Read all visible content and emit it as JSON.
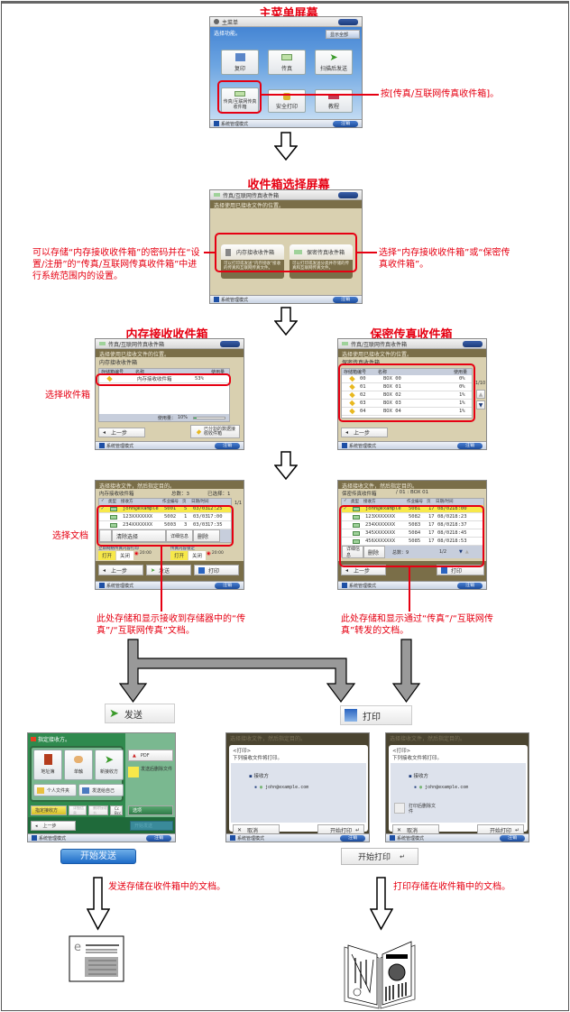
{
  "sections": {
    "main_menu_title": "主菜单屏幕",
    "inbox_select_title": "收件箱选择屏幕",
    "memory_inbox_title": "内存接收收件箱",
    "confidential_inbox_title": "保密传真收件箱"
  },
  "notes": {
    "press_fax_inbox": "按[传真/互联网传真收件箱]。",
    "password_note": "可以存储“内存接收收件箱”的密码并在“设置/注册”的“传真/互联网传真收件箱”中进行系统范围内的设置。",
    "select_inbox_type": "选择“内存接收收件箱”或“保密传真收件箱”。",
    "select_inbox": "选择收件箱",
    "select_document": "选择文档",
    "memory_docs_note": "此处存储和显示接收到存储器中的“传真”/“互联网传真”文档。",
    "forwarded_docs_note": "此处存储和显示通过“传真”/“互联网传真”转发的文档。",
    "send_note": "发送存储在收件箱中的文档。",
    "print_note": "打印存储在收件箱中的文档。"
  },
  "main_menu": {
    "title": "主菜单",
    "instruction": "选择功能。",
    "show_all": "显示全部",
    "tiles": [
      "复印",
      "传真",
      "扫描后发送",
      "传真/互联网传真收件箱",
      "安全打印",
      "教程"
    ],
    "footer": "系统管理模式",
    "logout": "注销"
  },
  "inbox_select": {
    "title": "传真/互联网传真收件箱",
    "instruction": "选择使用已接收文件的位置。",
    "memory_box": "内存接收收件箱",
    "memory_box_desc": "可以打印或发送“内存接收”接收的传真和互联网传真文件。",
    "confidential_box": "保密传真收件箱",
    "confidential_box_desc": "可以打印或发送分类并存储的传真和互联网传真文件。",
    "footer": "系统管理模式",
    "logout": "注销"
  },
  "memory_inbox": {
    "title": "传真/互联网传真收件箱",
    "instruction": "选择使用已接收文件的位置。",
    "subtitle": "内存接收收件箱",
    "columns": [
      "存储箱编号",
      "名称",
      "使用量"
    ],
    "rows": [
      {
        "no": "",
        "name": "内存接收收件箱",
        "usage": "53%"
      }
    ],
    "capacity_label": "使用量：",
    "capacity_value": "10%",
    "capacity_fraction": 0.1,
    "back": "上一步",
    "divided_box": "已分割的数据接收收件箱",
    "footer": "系统管理模式",
    "logout": "注销"
  },
  "confidential_inbox": {
    "title": "传真/互联网传真收件箱",
    "instruction": "选择使用已接收文件的位置。",
    "subtitle": "保密传真收件箱",
    "columns": [
      "存储箱编号",
      "名称",
      "使用量"
    ],
    "rows": [
      {
        "no": "00",
        "name": "BOX 00",
        "usage": "0%"
      },
      {
        "no": "01",
        "name": "BOX 01",
        "usage": "0%"
      },
      {
        "no": "02",
        "name": "BOX 02",
        "usage": "1%"
      },
      {
        "no": "03",
        "name": "BOX 03",
        "usage": "1%"
      },
      {
        "no": "04",
        "name": "BOX 04",
        "usage": "1%"
      }
    ],
    "page": "1/10",
    "back": "上一步",
    "footer": "系统管理模式",
    "logout": "注销"
  },
  "memory_docs": {
    "instruction": "选择接收文件，然后指定目的。",
    "subtitle": "内存接收收件箱",
    "total": "总数：3",
    "selected": "已选择：1",
    "columns": [
      "类型",
      "接收方",
      "作业编号",
      "页",
      "日期/时间"
    ],
    "rows": [
      {
        "to": "john@example",
        "job": "5001",
        "pages": "5",
        "date": "03/03",
        "time": "12:25",
        "selected": true
      },
      {
        "to": "123XXXXXXX",
        "job": "5002",
        "pages": "1",
        "date": "03/03",
        "time": "17:00",
        "selected": false
      },
      {
        "to": "234XXXXXXX",
        "job": "5003",
        "pages": "3",
        "date": "03/03",
        "time": "17:35",
        "selected": false
      }
    ],
    "page": "1/1",
    "clear_selection": "清除选择",
    "details": "详细信息",
    "delete": "删除",
    "forward_print_label": "立即网络传真内容打印",
    "on": "打开",
    "off": "关闭",
    "time1": "20:00",
    "memory_lock_label": "传真内容锁定",
    "time2": "20:00",
    "back": "上一步",
    "send": "发送",
    "print": "打印",
    "footer": "系统管理模式",
    "logout": "注销"
  },
  "conf_docs": {
    "instruction": "选择接收文件，然后指定目的。",
    "subtitle": "保密传真收件箱",
    "box_id": "/ 01 : BOX 01",
    "columns": [
      "类型",
      "接收方",
      "作业编号",
      "页",
      "日期/时间"
    ],
    "rows": [
      {
        "to": "john@example",
        "job": "5081",
        "pages": "17",
        "date": "08/02",
        "time": "18:00",
        "selected": true
      },
      {
        "to": "123XXXXXXX",
        "job": "5082",
        "pages": "17",
        "date": "08/02",
        "time": "18:23",
        "selected": false
      },
      {
        "to": "234XXXXXXX",
        "job": "5083",
        "pages": "17",
        "date": "08/02",
        "time": "18:37",
        "selected": false
      },
      {
        "to": "345XXXXXXX",
        "job": "5084",
        "pages": "17",
        "date": "08/02",
        "time": "18:45",
        "selected": false
      },
      {
        "to": "456XXXXXXX",
        "job": "5085",
        "pages": "17",
        "date": "08/02",
        "time": "18:53",
        "selected": false
      }
    ],
    "details": "详细信息",
    "delete": "删除",
    "total": "总数：9",
    "page": "1/2",
    "back": "上一步",
    "print": "打印",
    "footer": "系统管理模式",
    "logout": "注销"
  },
  "send_button_label": "发送",
  "print_button_label": "打印",
  "send_screen": {
    "instruction": "指定接收方。",
    "address_book": "地址簿",
    "one_touch": "单触",
    "new_dest": "新接收方",
    "personal_folder": "个人文件夹",
    "send_to_myself": "发送给自己",
    "pdf": "PDF",
    "delete_after_send": "发送后删除文件",
    "specify_dest": "指定接收方",
    "details": "详细信息",
    "delete_dest": "删除接收方",
    "cc_bcc": "Cc Bcc",
    "options": "选项",
    "back": "上一步",
    "start_send_dim": "开始发送",
    "footer": "系统管理模式",
    "logout": "注销"
  },
  "start_send": "开始发送",
  "print_dialog": {
    "bg_instruction": "选择接收文件，然后指定目的。",
    "heading": "<打印>",
    "message": "下列接收文件将打印。",
    "recipient_label": "接收方",
    "recipient": "john@example.com",
    "delete_after_print": "打印后删除文件",
    "cancel": "取消",
    "start_print": "开始打印",
    "footer": "系统管理模式",
    "logout": "注销"
  },
  "start_print": "开始打印"
}
